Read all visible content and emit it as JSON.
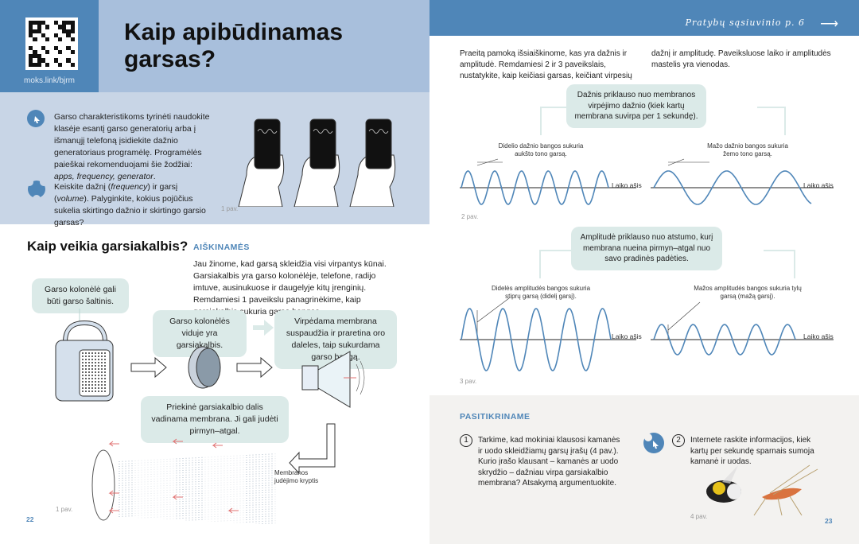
{
  "left_page": {
    "qr_link": "moks.link/bjrm",
    "title": "Kaip apibūdinamas garsas?",
    "info_1": {
      "before": "Garso charakteristikoms tyrinėti naudokite klasėje esantį garso generatorių arba į išmanųjį telefoną įsidiekite dažnio generatoriaus programėlę. Programėlės paieškai rekomenduojami šie žodžiai: ",
      "italic": "apps, frequency, generator",
      "after": "."
    },
    "info_2": {
      "a": "Keiskite dažnį (",
      "b": "frequency",
      "c": ") ir garsį (",
      "d": "volume",
      "e": "). Palyginkite, kokius pojūčius sukelia skirtingo dažnio ir skirtingo garsio garsas?"
    },
    "fig1_top_caption": "1 pav.",
    "section_title": "Kaip veikia garsiakalbis?",
    "section_label": "AIŠKINAMĖS",
    "intro": "Jau žinome, kad garsą skleidžia visi virpantys kūnai. Garsiakalbis yra garso kolonėlėje, telefone, radijo imtuve, ausinukuose ir daugelyje kitų įrenginių. Remdamiesi 1 paveikslu panagrinėkime, kaip garsiakalbis sukuria garso bangas.",
    "bubble_speaker": "Garso kolonėlė gali būti garso šaltinis.",
    "bubble_inside": "Garso kolonėlės viduje yra garsiakalbis.",
    "bubble_vibrating": "Virpėdama membrana suspaudžia ir praretina oro daleles, taip sukurdama garso bangą.",
    "bubble_membrane": "Priekinė garsiakalbio dalis vadinama membrana. Ji gali judėti pirmyn–atgal.",
    "membrane_direction": "Membranos judėjimo kryptis",
    "fig1_caption": "1 pav.",
    "page_number": "22"
  },
  "right_page": {
    "header_link": "Pratybų sąsiuvinio p. 6",
    "intro": "Praeitą pamoką išsiaiškinome, kas yra dažnis ir amplitudė. Remdamiesi 2 ir 3 paveikslais, nustatykite, kaip keičiasi garsas, keičiant virpesių dažnį ir amplitudę. Paveiksluose laiko ir amplitudės mastelis yra vienodas.",
    "freq_bubble": "Dažnis priklauso nuo membranos virpėjimo dažnio (kiek kartų membrana suvirpa per 1 sekundę).",
    "freq_high": "Didelio dažnio bangos sukuria aukšto tono garsą.",
    "freq_low": "Mažo dažnio bangos sukuria žemo tono garsą.",
    "time_axis": "Laiko ašis",
    "fig2_caption": "2 pav.",
    "amp_bubble": "Amplitudė priklauso nuo atstumo, kurį membrana nueina pirmyn–atgal nuo savo pradinės padėties.",
    "amp_high": "Didelės amplitudės bangos sukuria stiprų garsą (didelį garsį).",
    "amp_low": "Mažos amplitudės bangos sukuria tylų garsą (mažą garsį).",
    "fig3_caption": "3 pav.",
    "check_label": "PASITIKRINAME",
    "q1_num": "1",
    "q1": "Tarkime, kad mokiniai klausosi kamanės ir uodo skleidžiamų garsų įrašų (4 pav.). Kurio įrašo klausant – kamanės ar uodo skrydžio – dažniau virpa garsiakalbio membrana? Atsakymą argumentuokite.",
    "q2_num": "2",
    "q2": "Internete raskite informacijos, kiek kartų per sekundę sparnais sumoja kamanė ir uodas.",
    "fig4_caption": "4 pav.",
    "page_number": "23"
  },
  "colors": {
    "accent": "#4f86b8",
    "bubble": "#dbeae8",
    "wave": "#4f86b8"
  }
}
